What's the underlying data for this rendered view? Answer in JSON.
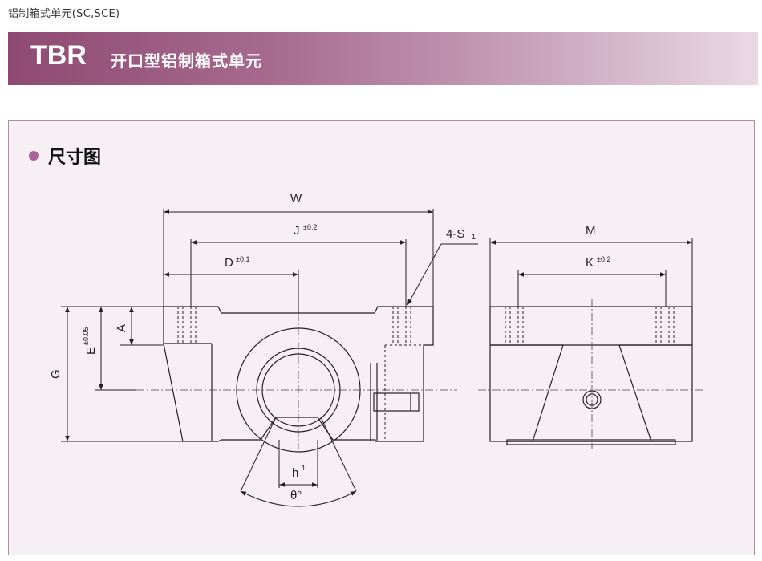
{
  "header": {
    "caption": "铝制箱式单元(SC,SCE)",
    "code": "TBR",
    "title": "开口型铝制箱式单元"
  },
  "section": {
    "title": "尺寸图"
  },
  "dimensions": {
    "W": "W",
    "J": "J",
    "J_tol": "±0.2",
    "D": "D",
    "D_tol": "±0.1",
    "S": "4-S",
    "S_sub": "1",
    "M": "M",
    "K": "K",
    "K_tol": "±0.2",
    "A": "A",
    "E": "E",
    "E_tol": "±0.05",
    "G": "G",
    "h": "h",
    "h_sup": "1",
    "theta": "θ°"
  },
  "colors": {
    "accent": "#a8649a",
    "banner_start": "#8e4a72",
    "panel_bg": "#f6eff3"
  }
}
